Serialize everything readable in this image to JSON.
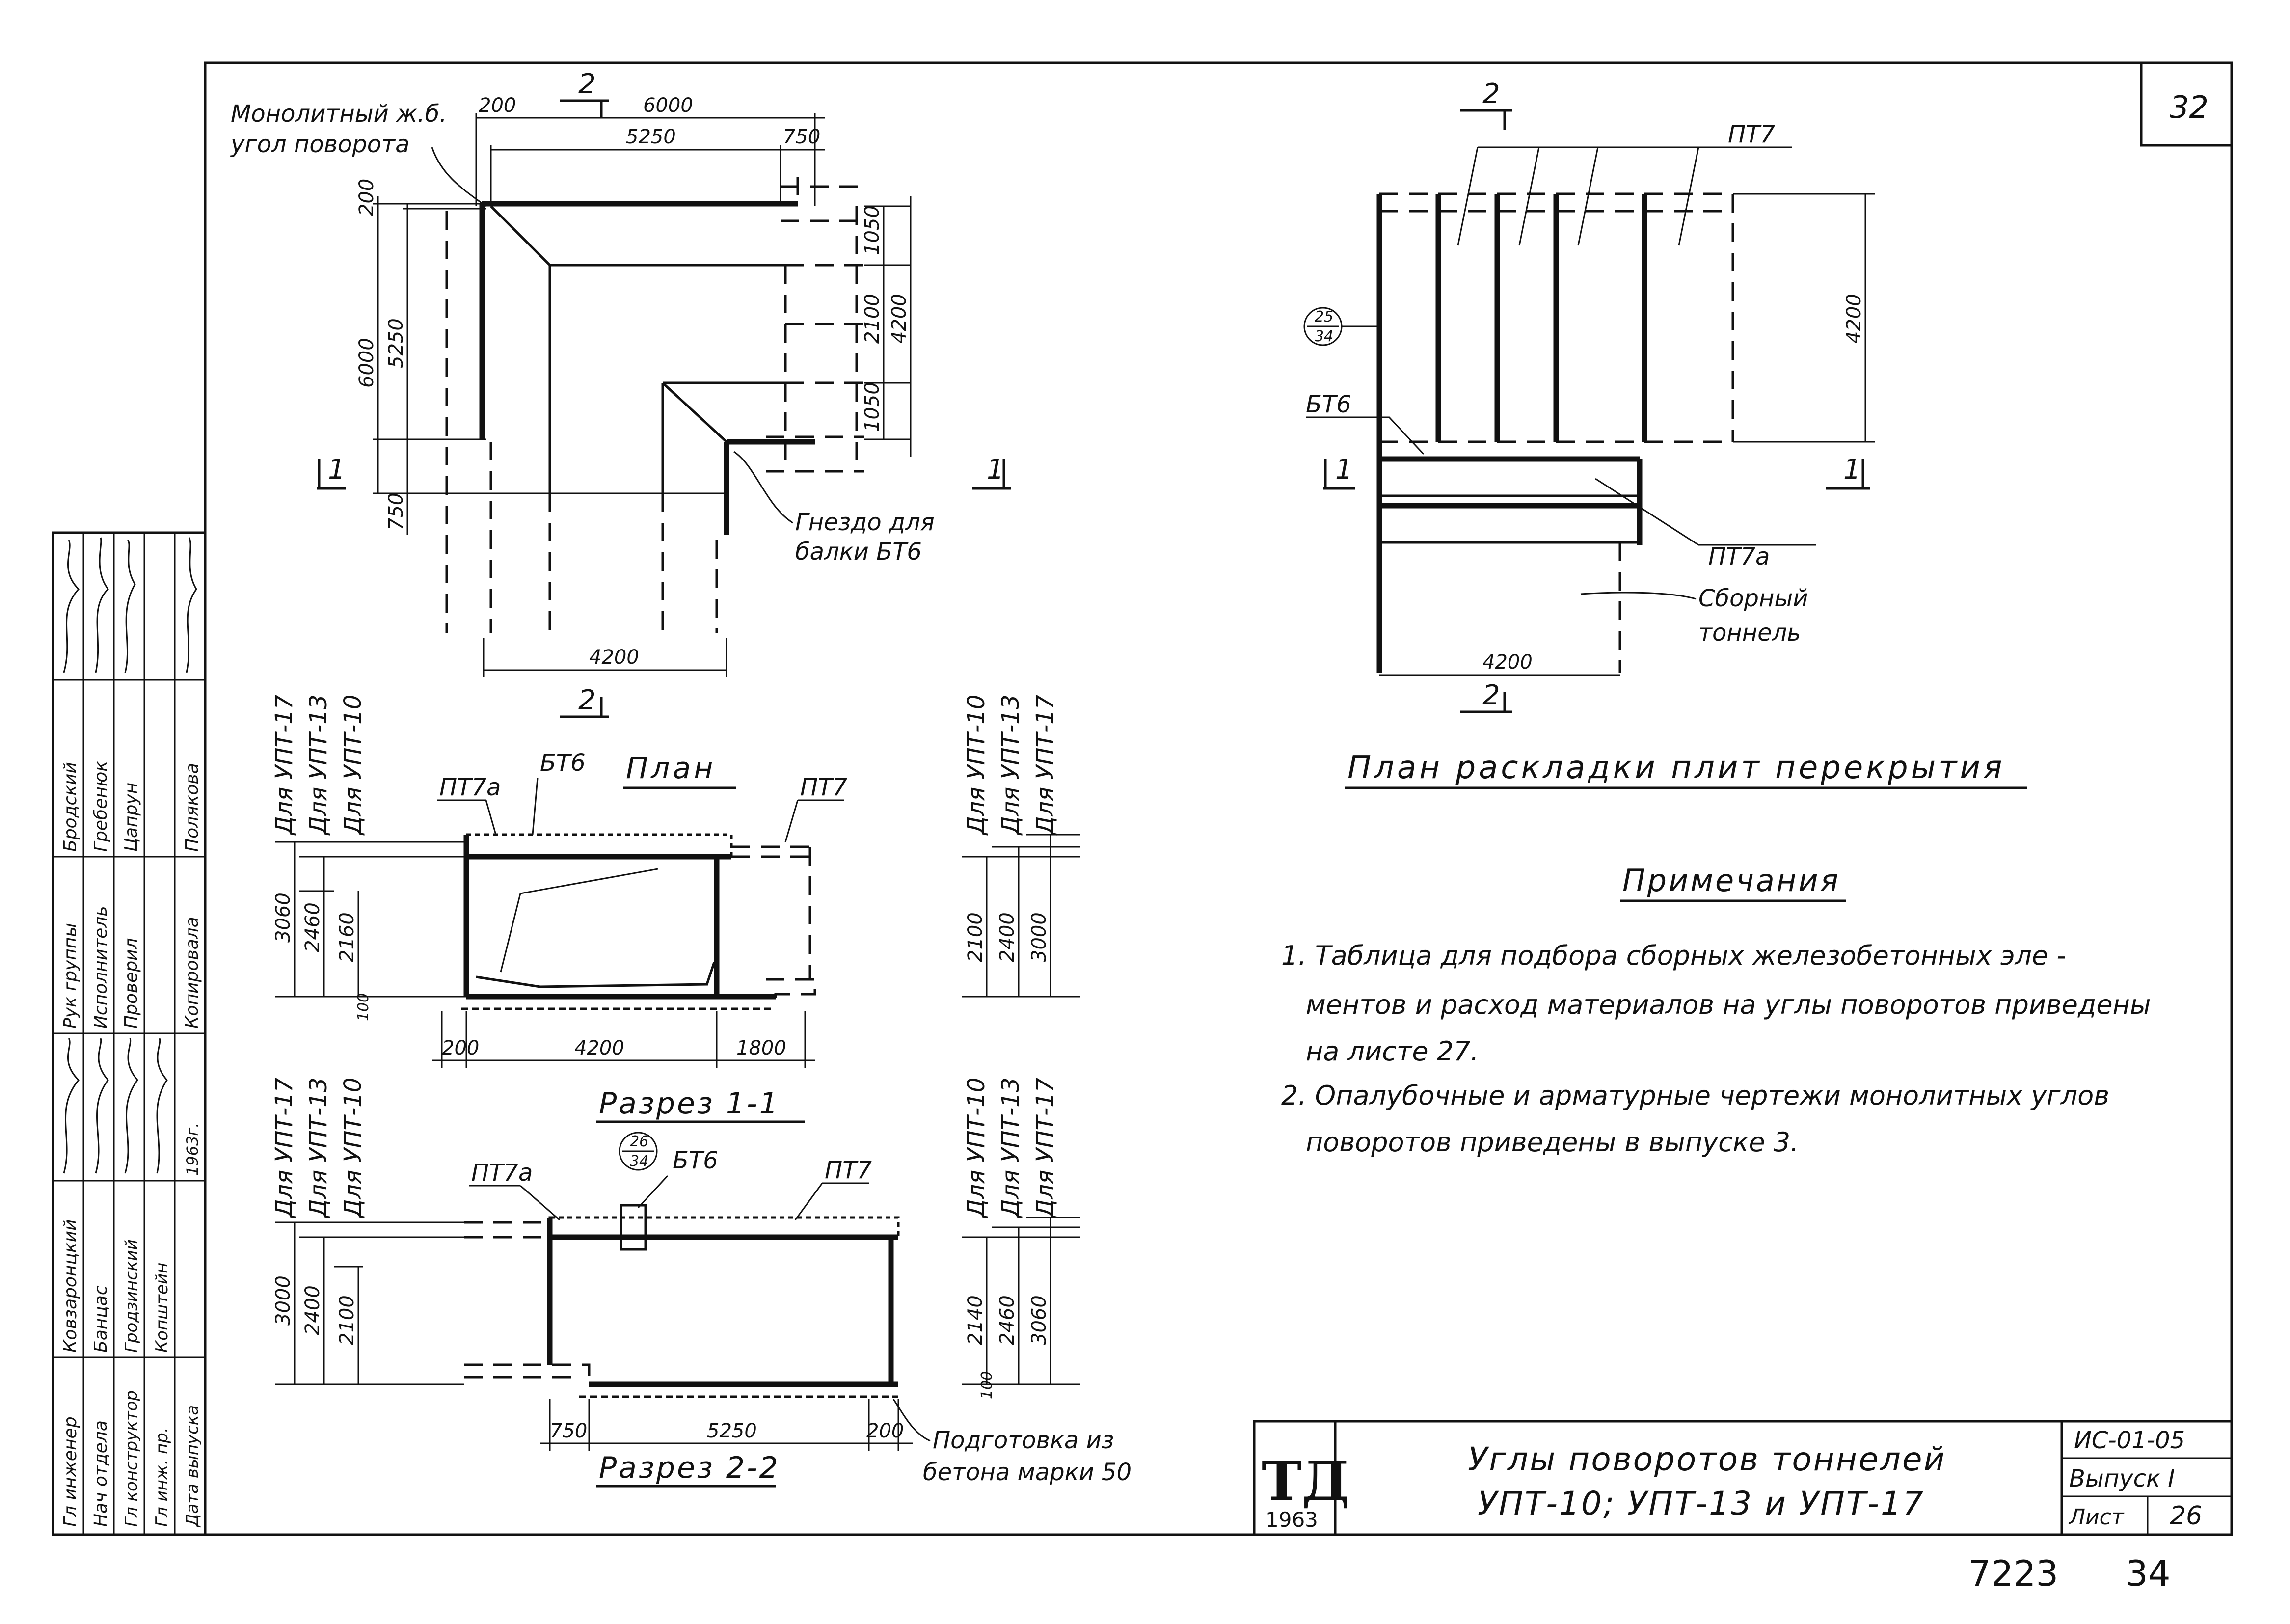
{
  "sheet": {
    "page_number": "32",
    "bottom_code": "7223",
    "bottom_page": "34"
  },
  "title_block": {
    "logo": "ТД",
    "logo_year": "1963",
    "title_line1": "Углы поворотов тоннелей",
    "title_line2": "УПТ-10; УПТ-13 и УПТ-17",
    "code": "ИС-01-05",
    "issue": "Выпуск I",
    "sheet_label": "Лист",
    "sheet_no": "26"
  },
  "stamp": {
    "rows": [
      {
        "role": "Гл инженер",
        "name": "Ковзаронцкий"
      },
      {
        "role": "Нач отдела",
        "name": "Банцас"
      },
      {
        "role": "Гл конструктор",
        "name": "Гродзинский"
      },
      {
        "role": "Гл инж. пр.",
        "name": "Копштейн"
      },
      {
        "role": "Дата выпуска",
        "name": "1963г."
      },
      {
        "role": "Рук группы",
        "name": "Бродский"
      },
      {
        "role": "Исполнитель",
        "name": "Гребенюк"
      },
      {
        "role": "Проверил",
        "name": "Цапрун"
      },
      {
        "role": "Копировала",
        "name": "Полякова"
      }
    ]
  },
  "plan_view": {
    "label_concrete": "Монолитный ж.б.",
    "label_turn": "угол поворота",
    "label_nest1": "Гнездо для",
    "label_nest2": "балки БТ6",
    "section_mark": "2",
    "section_mark_1": "1",
    "dims": {
      "d200": "200",
      "d6000": "6000",
      "d5250": "5250",
      "d750": "750",
      "v200": "200",
      "v6000": "6000",
      "v5250": "5250",
      "v750": "750",
      "v1050a": "1050",
      "v2100": "2100",
      "v1050b": "1050",
      "v4200": "4200",
      "h4200": "4200"
    }
  },
  "slab_plan": {
    "title": "План раскладки плит перекрытия",
    "pt7": "ПТ7",
    "pt7a": "ПТ7а",
    "bt6": "БТ6",
    "ref_top": "25",
    "ref_bottom": "34",
    "sborny1": "Сборный",
    "sborny2": "тоннель",
    "v4200": "4200",
    "h4200": "4200",
    "mark2": "2",
    "mark1": "1"
  },
  "section_11": {
    "title": "Разрез 1-1",
    "plan_label": "План",
    "pt7a": "ПТ7а",
    "bt6": "БТ6",
    "pt7": "ПТ7",
    "left_labels": [
      "Для УПТ-17",
      "Для УПТ-13",
      "Для УПТ-10"
    ],
    "right_labels": [
      "Для УПТ-10",
      "Для УПТ-13",
      "Для УПТ-17"
    ],
    "left_dims": [
      "3060",
      "2460",
      "2160"
    ],
    "right_dims": [
      "2100",
      "2400",
      "3000"
    ],
    "d200": "200",
    "d4200": "4200",
    "d1800": "1800",
    "d100": "100"
  },
  "section_22": {
    "title": "Разрез 2-2",
    "pt7a": "ПТ7а",
    "bt6": "БТ6",
    "pt7": "ПТ7",
    "ref_top": "26",
    "ref_bottom": "34",
    "left_labels": [
      "Для УПТ-17",
      "Для УПТ-13",
      "Для УПТ-10"
    ],
    "right_labels": [
      "Для УПТ-10",
      "Для УПТ-13",
      "Для УПТ-17"
    ],
    "left_dims": [
      "3000",
      "2400",
      "2100"
    ],
    "right_dims": [
      "2140",
      "2460",
      "3060"
    ],
    "d750": "750",
    "d5250": "5250",
    "d200": "200",
    "d100": "100",
    "prep1": "Подготовка из",
    "prep2": "бетона марки 50"
  },
  "notes": {
    "heading": "Примечания",
    "n1_l1": "1. Таблица для подбора сборных железобетонных эле -",
    "n1_l2": "ментов и расход материалов на углы поворотов приведены",
    "n1_l3": "на листе 27.",
    "n2_l1": "2. Опалубочные и арматурные чертежи монолитных углов",
    "n2_l2": "поворотов приведены в выпуске 3."
  }
}
